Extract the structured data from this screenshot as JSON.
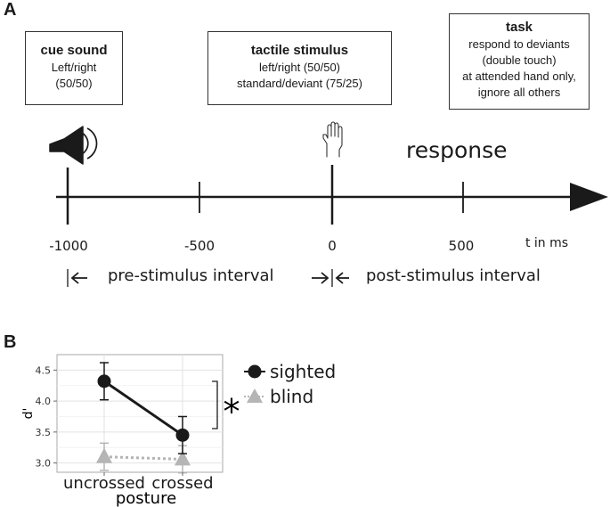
{
  "panel_a": {
    "letter": "A",
    "cue_box": {
      "title": "cue sound",
      "line1": "Left/right",
      "line2": "(50/50)"
    },
    "tactile_box": {
      "title": "tactile stimulus",
      "line1": "left/right (50/50)",
      "line2": "standard/deviant (75/25)"
    },
    "task_box": {
      "title": "task",
      "line1": "respond to deviants",
      "line2": "(double touch)",
      "line3": "at attended hand only,",
      "line4": "ignore all others"
    },
    "response_label": "response",
    "ticks": [
      "-1000",
      "-500",
      "0",
      "500"
    ],
    "axis_unit": "t in ms",
    "pre_interval": "pre-stimulus interval",
    "post_interval": "post-stimulus interval",
    "icons": [
      "speaker-icon",
      "hand-icon"
    ]
  },
  "panel_b": {
    "letter": "B",
    "chart_data": {
      "type": "line",
      "categories": [
        "uncrossed",
        "crossed"
      ],
      "xlabel": "posture",
      "ylabel": "d'",
      "ylim": [
        2.85,
        4.75
      ],
      "yticks": [
        "3.0",
        "3.5",
        "4.0",
        "4.5"
      ],
      "grid": true,
      "legend": "right",
      "series": [
        {
          "name": "sighted",
          "values": [
            4.32,
            3.45
          ],
          "error": [
            0.3,
            0.3
          ],
          "color": "#1a1a1a",
          "marker": "circle",
          "line": "solid"
        },
        {
          "name": "blind",
          "values": [
            3.1,
            3.06
          ],
          "error": [
            0.22,
            0.22
          ],
          "color": "#b5b5b5",
          "marker": "triangle",
          "line": "dotted"
        }
      ],
      "annotation": "*"
    }
  }
}
